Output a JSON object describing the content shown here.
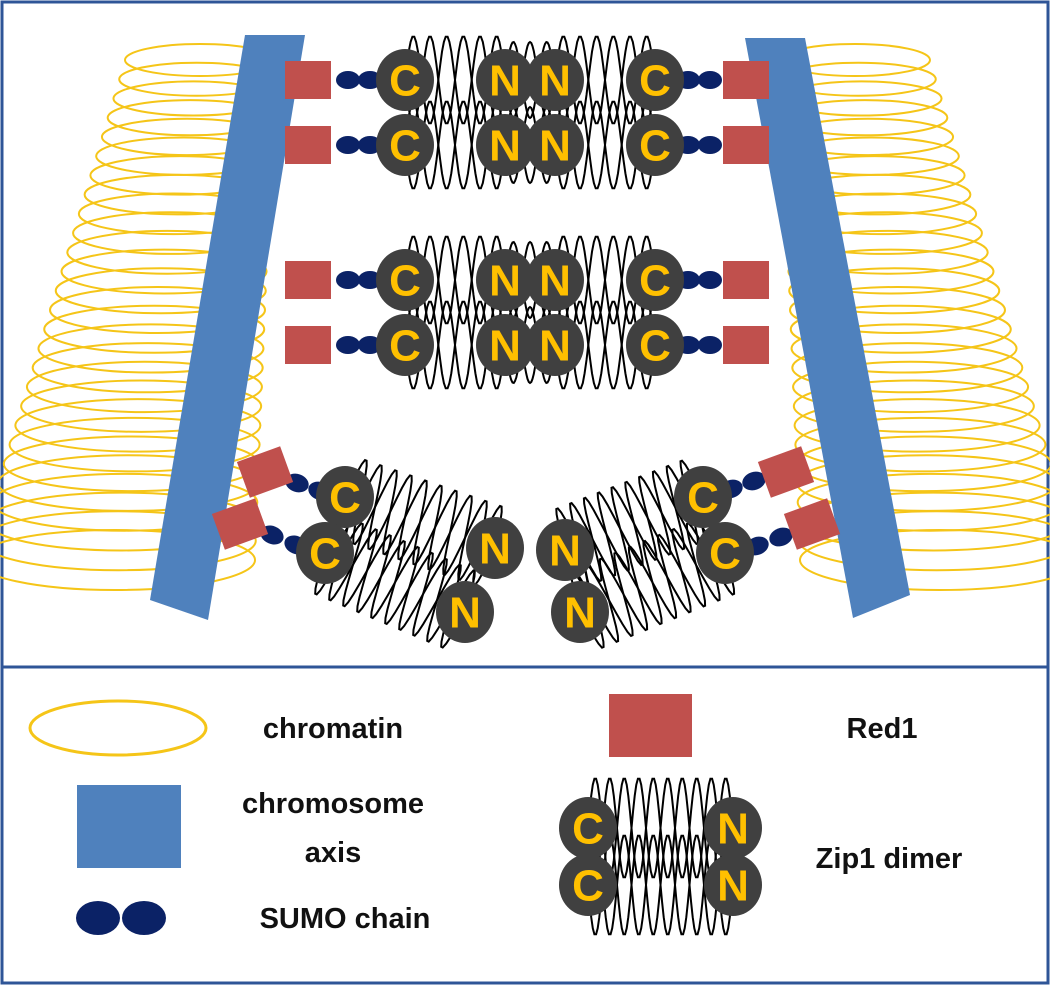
{
  "colors": {
    "frame": "#2f5597",
    "chromatin": "#f5c518",
    "axis": "#4f81bd",
    "red1": "#c0504d",
    "sumo": "#0b2266",
    "terminus_fill": "#404040",
    "terminus_text": "#ffc000",
    "coil": "#000000"
  },
  "terminus_labels": {
    "c": "C",
    "n": "N"
  },
  "legend": {
    "chromatin": "chromatin",
    "axis_line1": "chromosome",
    "axis_line2": "axis",
    "sumo": "SUMO chain",
    "red1": "Red1",
    "zip1": "Zip1 dimer"
  }
}
